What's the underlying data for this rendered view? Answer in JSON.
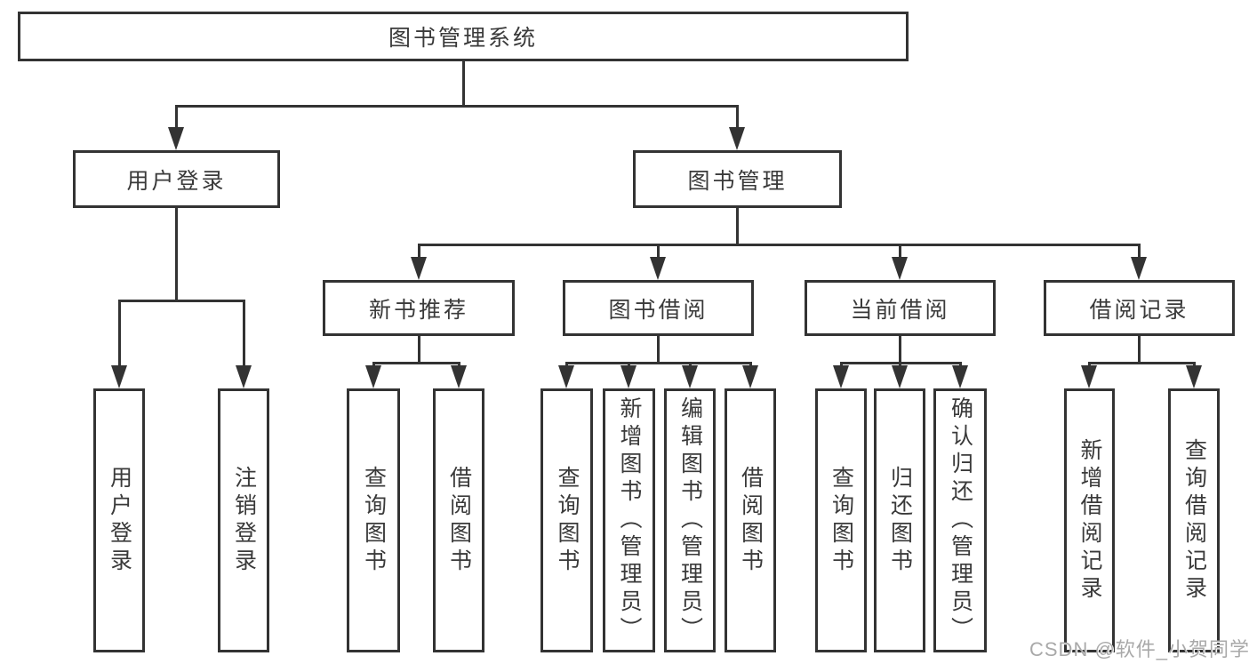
{
  "diagram": {
    "root": {
      "label": "图书管理系统"
    },
    "branches": {
      "user_login": {
        "label": "用户登录",
        "children": {
          "login": {
            "label": "用户登录"
          },
          "logout": {
            "label": "注销登录"
          }
        }
      },
      "book_mgmt": {
        "label": "图书管理",
        "sections": {
          "new_books": {
            "label": "新书推荐",
            "children": {
              "query": {
                "label": "查询图书"
              },
              "borrow": {
                "label": "借阅图书"
              }
            }
          },
          "book_borrow": {
            "label": "图书借阅",
            "children": {
              "query": {
                "label": "查询图书"
              },
              "add": {
                "label": "新增图书（管理员）"
              },
              "edit": {
                "label": "编辑图书（管理员）"
              },
              "borrow": {
                "label": "借阅图书"
              }
            }
          },
          "current_borrow": {
            "label": "当前借阅",
            "children": {
              "query": {
                "label": "查询图书"
              },
              "return": {
                "label": "归还图书"
              },
              "confirm": {
                "label": "确认归还（管理员）"
              }
            }
          },
          "borrow_records": {
            "label": "借阅记录",
            "children": {
              "add": {
                "label": "新增借阅记录"
              },
              "query": {
                "label": "查询借阅记录"
              }
            }
          }
        }
      }
    },
    "watermark": "CSDN @软件_小贺同学"
  },
  "colors": {
    "line": "#333333",
    "text": "#3a3a3a",
    "watermark": "#a9a9a9",
    "background": "#ffffff"
  }
}
